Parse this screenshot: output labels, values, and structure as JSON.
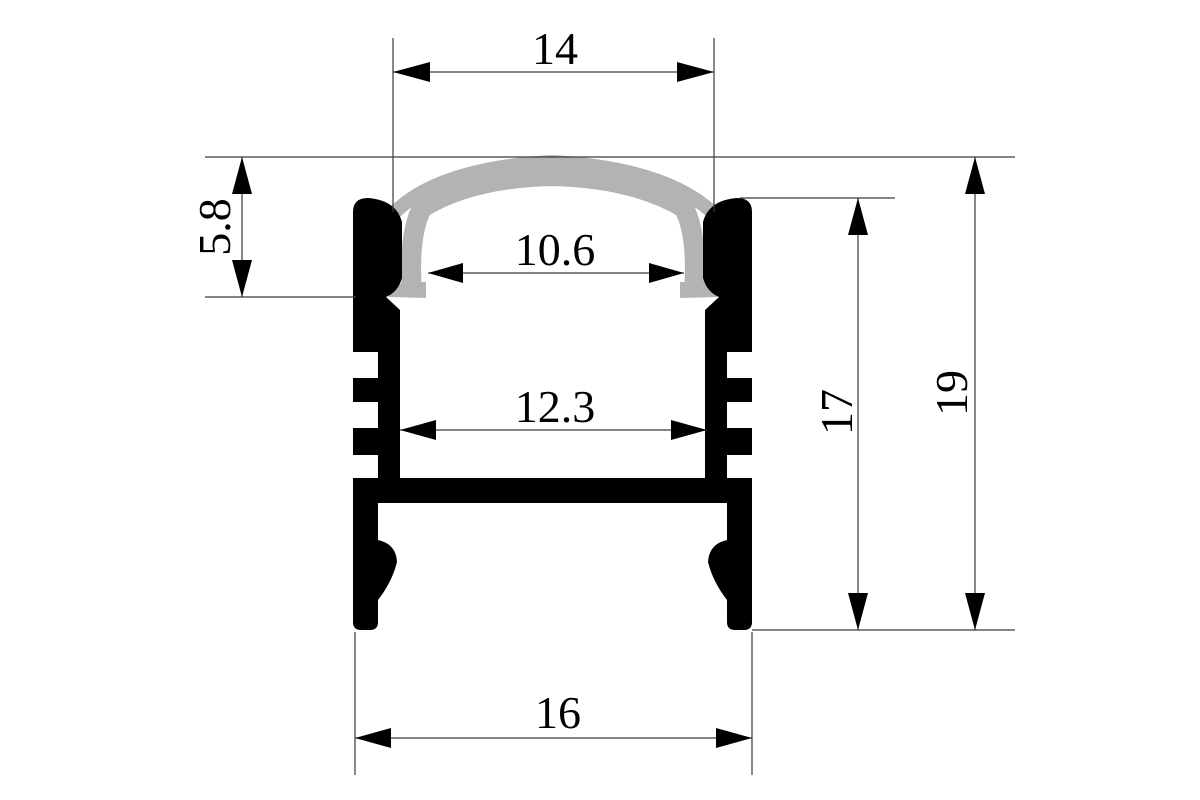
{
  "drawing": {
    "dimensions": {
      "cover_width": "14",
      "cover_height": "5.8",
      "cover_inner_width": "10.6",
      "channel_inner_width": "12.3",
      "profile_height": "17",
      "total_height": "19",
      "profile_width": "16"
    }
  },
  "colors": {
    "profile": "#000000",
    "cover": "#b3b3b3",
    "dimension_line": "#3a3a3a"
  }
}
